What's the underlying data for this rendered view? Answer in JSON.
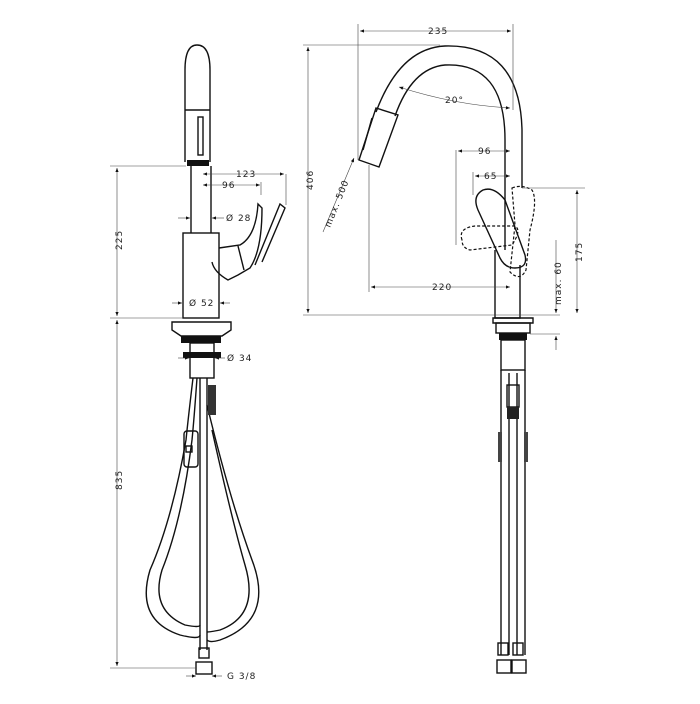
{
  "diagram": {
    "type": "technical dimension drawing",
    "subject": "single-lever kitchen faucet with pull-out spray",
    "views": [
      {
        "name": "side-view",
        "dimensions": {
          "spout_reach_outer": "123",
          "spout_reach_inner": "96",
          "spout_diameter": "Ø 28",
          "body_height": "225",
          "body_diameter": "Ø 52",
          "shank_diameter": "Ø 34",
          "hose_length": "835",
          "connection": "G 3/8"
        }
      },
      {
        "name": "front-view",
        "dimensions": {
          "total_width": "235",
          "total_height": "406",
          "swivel_angle": "20°",
          "pullout_length": "max. 500",
          "lever_reach_outer": "96",
          "lever_reach_inner": "65",
          "spout_reach": "220",
          "lever_height": "175",
          "max_deck_thickness": "max. 60"
        }
      }
    ]
  }
}
